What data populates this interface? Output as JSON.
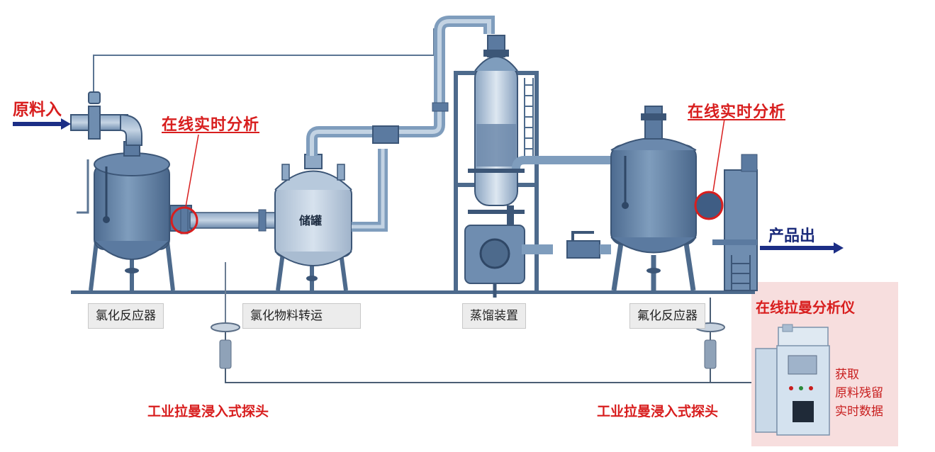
{
  "labels": {
    "raw_in": "原料入",
    "product_out": "产品出",
    "online_analysis_left": "在线实时分析",
    "online_analysis_right": "在线实时分析",
    "tank_label": "储罐",
    "unit_chlorination_reactor": "氯化反应器",
    "unit_transfer": "氯化物料转运",
    "unit_distillation": "蒸馏装置",
    "unit_fluorination_reactor": "氟化反应器",
    "probe_left": "工业拉曼浸入式探头",
    "probe_right": "工业拉曼浸入式探头",
    "analyzer_title": "在线拉曼分析仪",
    "analyzer_note_1": "获取",
    "analyzer_note_2": "原料残留",
    "analyzer_note_3": "实时数据"
  },
  "colors": {
    "equipment": "#5f7fa3",
    "equipment_dark": "#3c5677",
    "equipment_light": "#b9cadc",
    "arrow": "#1c2e86",
    "highlight": "#d81e1e"
  }
}
